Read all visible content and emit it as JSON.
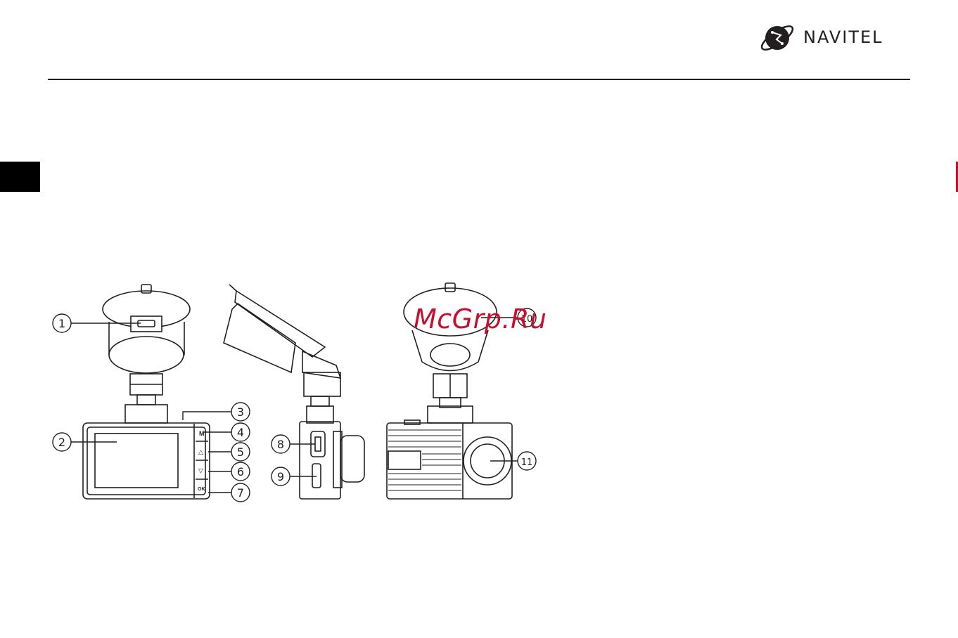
{
  "header": {
    "brand": "NAVITEL",
    "logo_icon": "navitel-globe-logo"
  },
  "figure": {
    "callouts": [
      "1",
      "2",
      "3",
      "4",
      "5",
      "6",
      "7",
      "8",
      "9",
      "10",
      "11"
    ],
    "button_labels": {
      "menu": "M",
      "up": "△",
      "down": "▽",
      "ok": "OK"
    }
  },
  "watermark": "McGrp.Ru",
  "colors": {
    "ink": "#231f20",
    "accent": "#c8102e"
  }
}
